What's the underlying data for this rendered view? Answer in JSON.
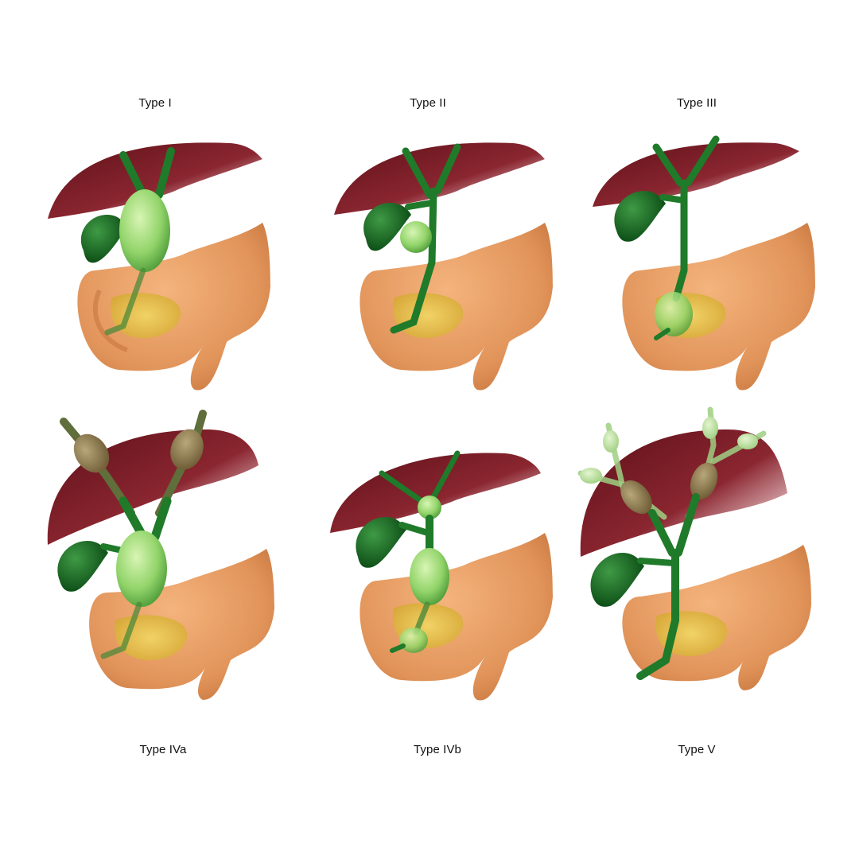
{
  "colors": {
    "liver": "#7d1f2a",
    "liver_light": "#a8434c",
    "duct_dark": "#0f5a1c",
    "duct": "#1f7a2a",
    "cyst": "#8ccf62",
    "cyst_light": "#c4ec9c",
    "cyst_brown": "#8a7a4a",
    "duodenum": "#e39a60",
    "duodenum_dark": "#c87a45",
    "pancreas": "#e8c04a",
    "background": "#ffffff"
  },
  "panels": [
    {
      "label": "Type I"
    },
    {
      "label": "Type II"
    },
    {
      "label": "Type III"
    },
    {
      "label": "Type IVa"
    },
    {
      "label": "Type IVb"
    },
    {
      "label": "Type V"
    }
  ]
}
